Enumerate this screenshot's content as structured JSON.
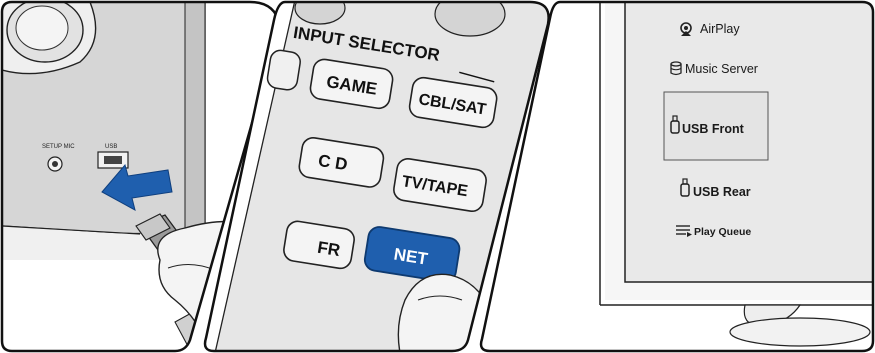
{
  "panel1": {
    "setup_mic_label": "SETUP MIC",
    "usb_label": "USB"
  },
  "panel2": {
    "title": "INPUT SELECTOR",
    "buttons": {
      "game": "GAME",
      "cbl_sat": "CBL/SAT",
      "cd": "C D",
      "tv_tape": "TV/TAPE",
      "partial_left": "FR",
      "net": "NET"
    }
  },
  "panel3": {
    "menu": {
      "airplay": "AirPlay",
      "music_server": "Music Server",
      "usb_front": "USB Front",
      "usb_rear": "USB Rear",
      "play_queue": "Play Queue"
    }
  },
  "colors": {
    "net_button": "#1f5fae",
    "screen_bg": "#e9e9e9",
    "device_gray": "#d8d8d8"
  },
  "icons": {
    "airplay": "airplay-icon",
    "music_server": "database-icon",
    "usb": "usb-icon",
    "play_queue": "play-queue-icon",
    "arrow": "insert-arrow-icon"
  }
}
